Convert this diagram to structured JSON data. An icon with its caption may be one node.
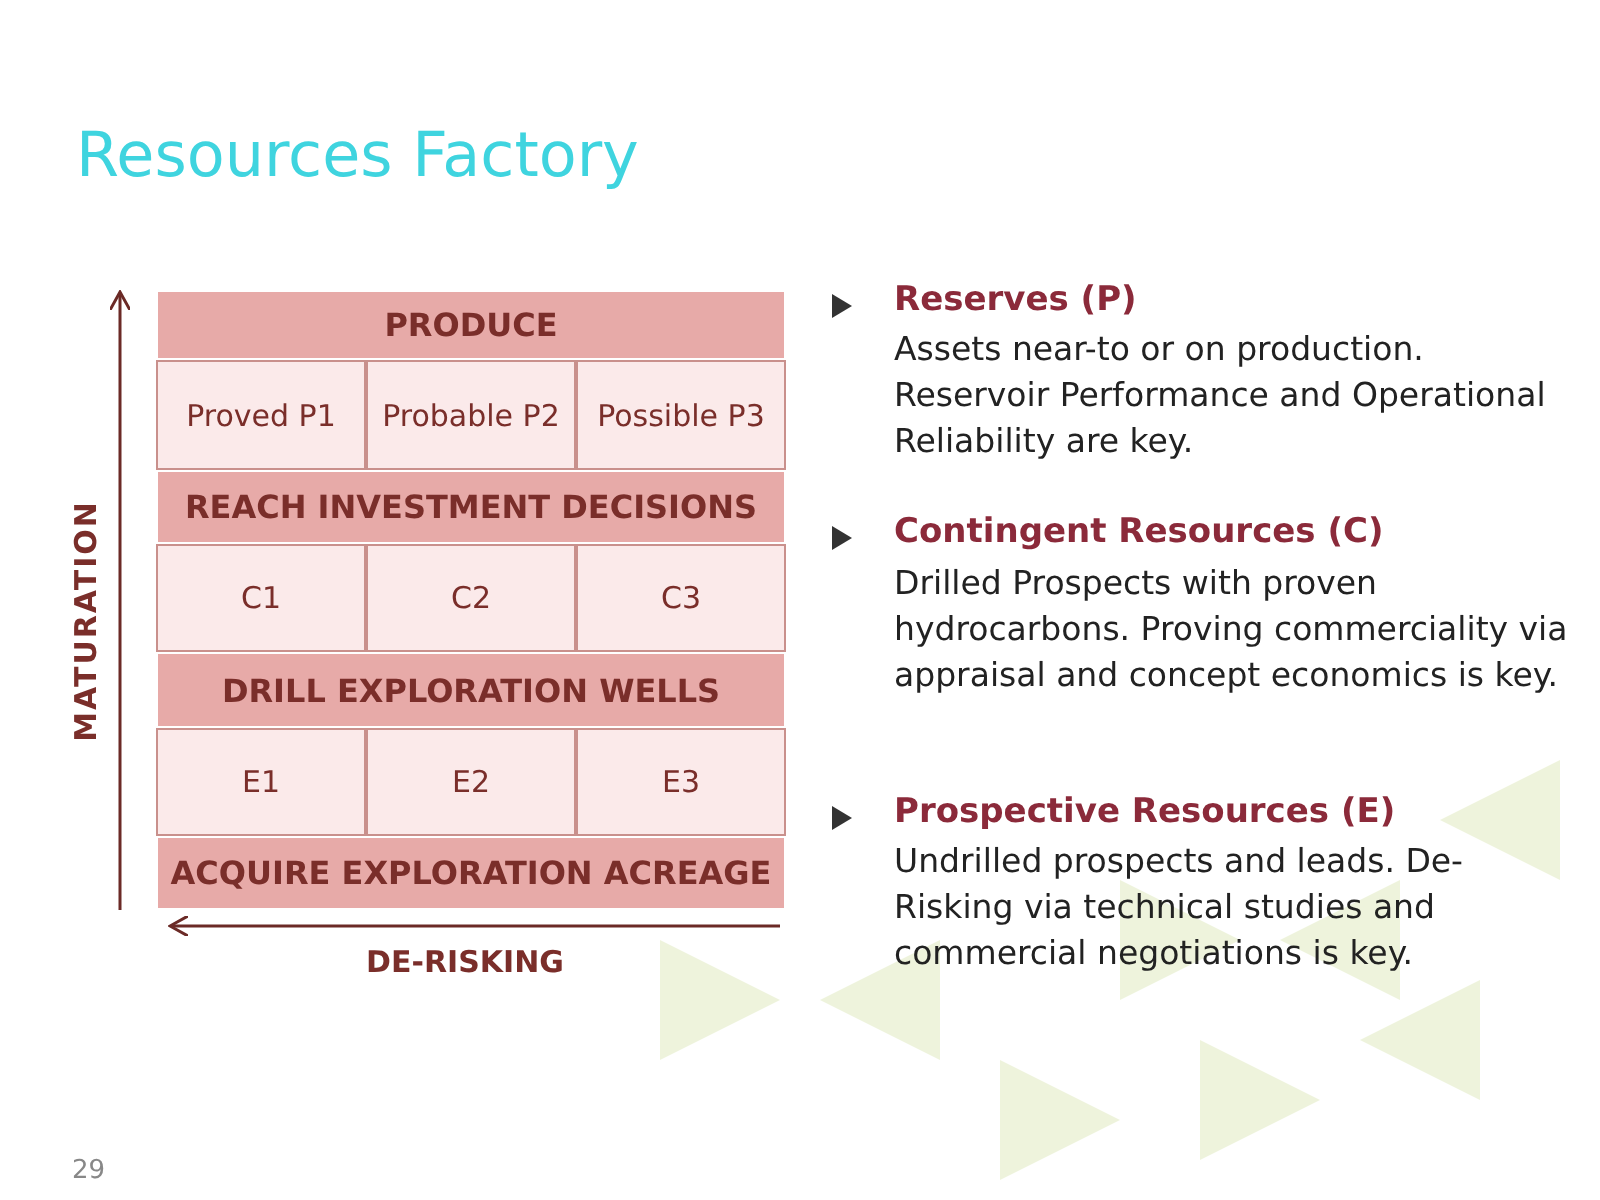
{
  "diagram": {
    "title": "Resources Factory",
    "nodes": [
      {
        "text": [
          "PRODUCE"
        ]
      },
      {
        "text": [
          "Proved P1"
        ]
      },
      {
        "text": [
          "Probable P2"
        ]
      },
      {
        "text": [
          "Possible P3"
        ]
      },
      {
        "text": [
          "REACH INVESTMENT DECISIONS"
        ]
      },
      {
        "text": [
          "C1"
        ]
      },
      {
        "text": [
          "C2"
        ]
      },
      {
        "text": [
          "C3"
        ]
      },
      {
        "text": [
          "DRILL EXPLORATION WELLS"
        ]
      },
      {
        "text": [
          "E1"
        ]
      },
      {
        "text": [
          "E2"
        ]
      },
      {
        "text": [
          "E3"
        ]
      },
      {
        "text": [
          "ACQUIRE EXPLORATION ACREAGE"
        ]
      }
    ],
    "edges": [],
    "labels": [
      "MATURATION",
      "DE-RISKING",
      "Reserves (P)",
      "Assets near-to or on production. Reservoir Performance and Operational Reliability are key.",
      "Contingent Resources (C)",
      "Drilled Prospects with proven hydrocarbons. Proving commerciality via appraisal and concept economics is key.",
      "Prospective Resources (E)",
      "Undrilled prospects and leads. De-Risking via technical studies and commercial negotiations is key.",
      "29"
    ]
  }
}
